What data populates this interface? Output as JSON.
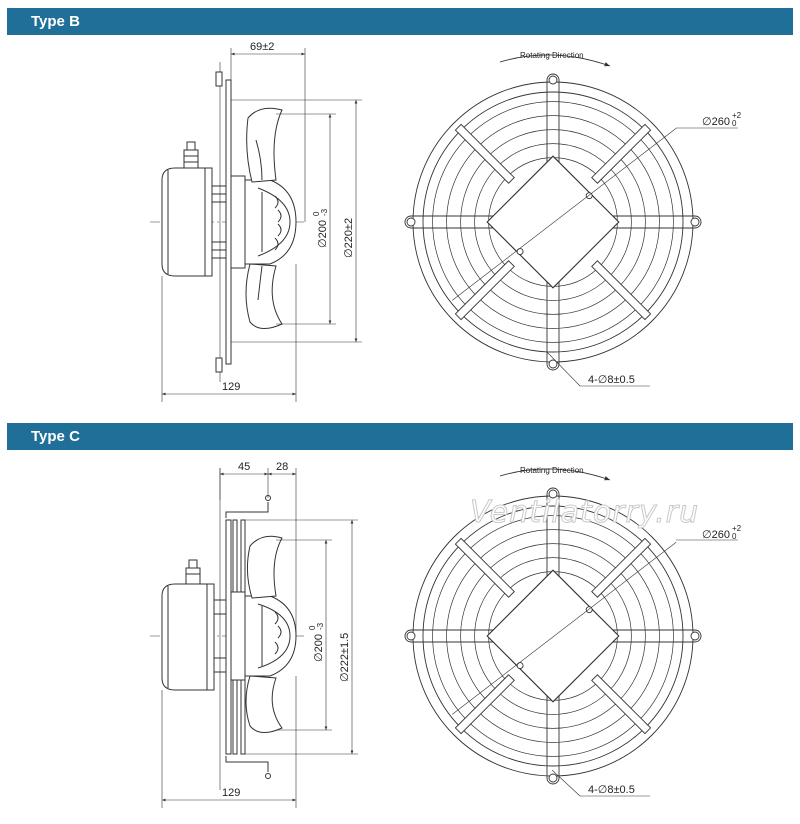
{
  "sections": [
    {
      "id": "b",
      "title": "Type B",
      "side_view": {
        "depth_label": "69±2",
        "length_label": "129",
        "hub_dia_main": "∅200",
        "hub_dia_tol_top": "0",
        "hub_dia_tol_bottom": "-3",
        "outer_dia_label": "∅220±2"
      },
      "front_view": {
        "rotation_label": "Rotating Direction",
        "guard_dia_main": "∅260",
        "guard_dia_tol_top": "+2",
        "guard_dia_tol_bottom": "0",
        "holes_label": "4-∅8±0.5"
      }
    },
    {
      "id": "c",
      "title": "Type C",
      "side_view": {
        "depth_label_a": "45",
        "depth_label_b": "28",
        "length_label": "129",
        "hub_dia_main": "∅200",
        "hub_dia_tol_top": "0",
        "hub_dia_tol_bottom": "-3",
        "outer_dia_label": "∅222±1.5"
      },
      "front_view": {
        "rotation_label": "Rotating Direction",
        "guard_dia_main": "∅260",
        "guard_dia_tol_top": "+2",
        "guard_dia_tol_bottom": "0",
        "holes_label": "4-∅8±0.5"
      },
      "watermark": "Ventilatorry.ru"
    }
  ],
  "colors": {
    "header_bg": "#1f6f98",
    "line": "#333333",
    "fill": "#ffffff"
  }
}
